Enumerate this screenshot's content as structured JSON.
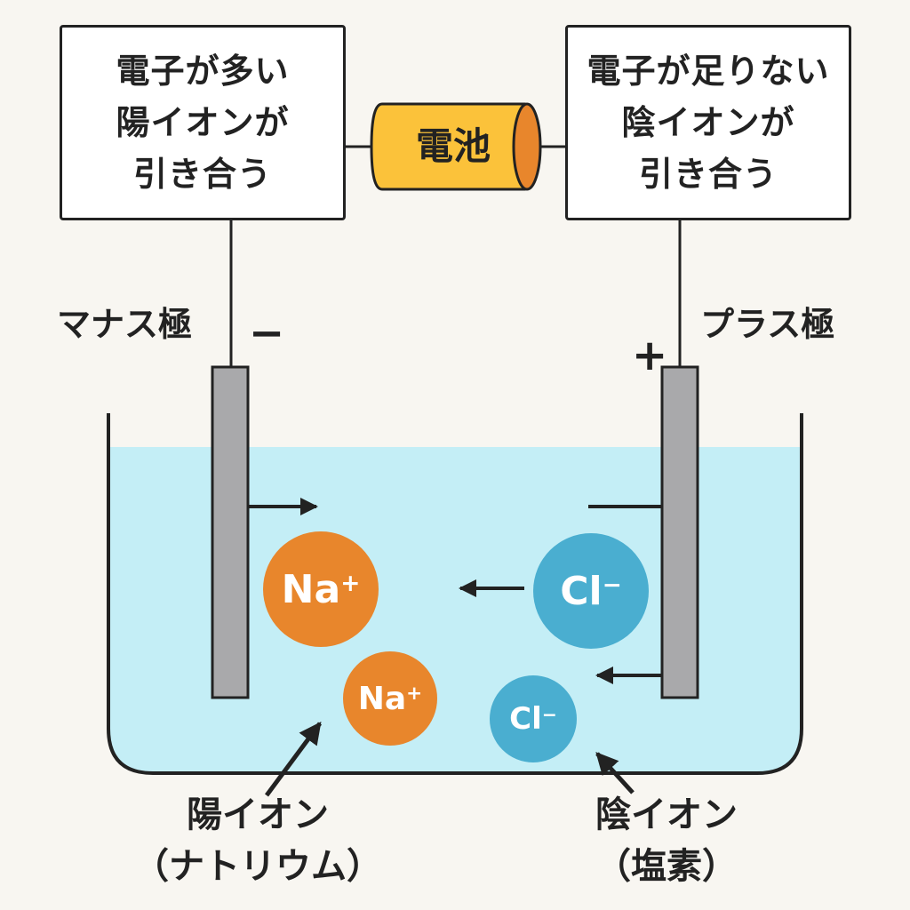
{
  "left_box": {
    "lines": [
      "電子が多い",
      "陽イオンが",
      "引き合う"
    ]
  },
  "right_box": {
    "lines": [
      "電子が足りない",
      "陰イオンが",
      "引き合う"
    ]
  },
  "battery": {
    "label": "電池"
  },
  "electrodes": {
    "negative": {
      "label": "マナス極",
      "sign": "−"
    },
    "positive": {
      "label": "プラス極",
      "sign": "+"
    }
  },
  "ions": {
    "na_large": {
      "symbol": "Na",
      "charge": "+"
    },
    "na_small": {
      "symbol": "Na",
      "charge": "+"
    },
    "cl_large": {
      "symbol": "Cl",
      "charge": "−"
    },
    "cl_small": {
      "symbol": "Cl",
      "charge": "−"
    }
  },
  "captions": {
    "cation": {
      "line1": "陽イオン",
      "line2": "（ナトリウム）"
    },
    "anion": {
      "line1": "陰イオン",
      "line2": "（塩素）"
    }
  },
  "colors": {
    "water": "#c4eef6",
    "electrode": "#a9a9ab",
    "battery_body": "#fbc23a",
    "battery_cap": "#e8862c",
    "cation": "#e8862c",
    "anion": "#4aaed0"
  }
}
